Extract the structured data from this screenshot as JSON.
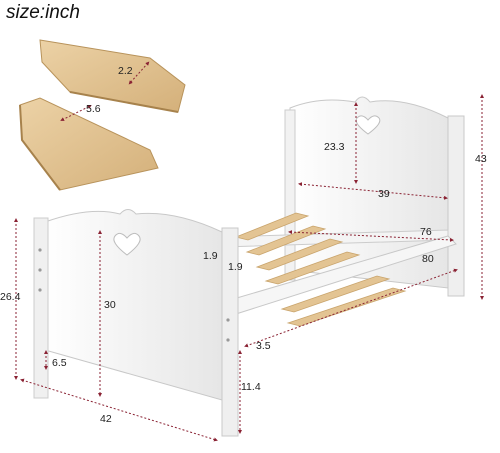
{
  "title": "size:inch",
  "slat_detail": {
    "thickness": "2.2",
    "width": "5.6"
  },
  "dimensions": {
    "headboard_inner_height": "23.3",
    "headboard_height": "43",
    "headboard_width": "39",
    "frame_width": "76",
    "frame_length": "80",
    "rail_gap_left": "1.9",
    "rail_gap_right": "1.9",
    "footboard_height": "26.4",
    "footboard_panel_height": "30",
    "leg_height": "6.5",
    "rail_clearance": "3.5",
    "footboard_leg_height": "11.4",
    "overall_width": "42"
  },
  "colors": {
    "wood": "#e3c493",
    "wood_dark": "#c9a46c",
    "paint": "#f7f7f7",
    "dim_line": "#8a2233"
  }
}
